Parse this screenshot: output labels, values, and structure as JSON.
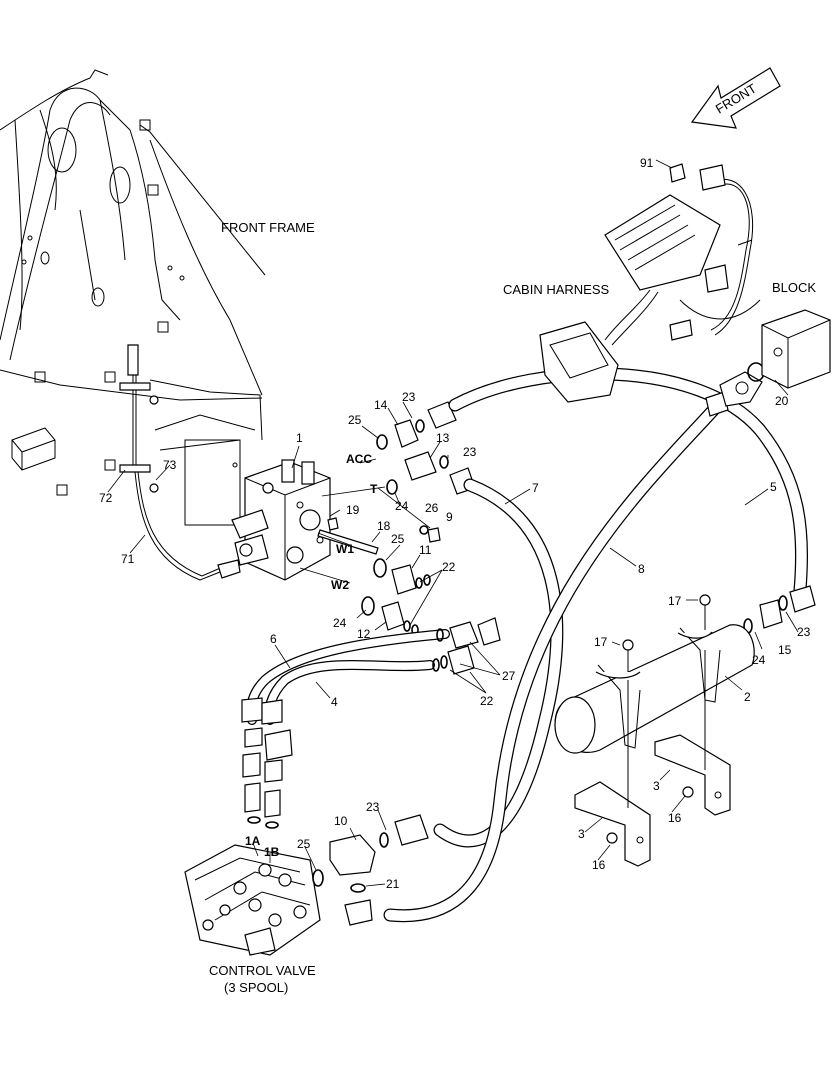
{
  "labels": {
    "front_frame": "FRONT FRAME",
    "cabin_harness": "CABIN HARNESS",
    "block": "BLOCK",
    "front": "FRONT",
    "control_valve_line1": "CONTROL VALVE",
    "control_valve_line2": "(3 SPOOL)"
  },
  "ports": {
    "acc": "ACC",
    "t": "T",
    "w1": "W1",
    "w2": "W2",
    "p1a": "1A",
    "p1b": "1B"
  },
  "part_numbers": {
    "n1": "1",
    "n2": "2",
    "n3a": "3",
    "n3b": "3",
    "n4": "4",
    "n5": "5",
    "n6": "6",
    "n7": "7",
    "n8": "8",
    "n9": "9",
    "n10": "10",
    "n11": "11",
    "n12": "12",
    "n13": "13",
    "n14": "14",
    "n15": "15",
    "n16a": "16",
    "n16b": "16",
    "n17a": "17",
    "n17b": "17",
    "n18": "18",
    "n19": "19",
    "n20": "20",
    "n21": "21",
    "n22a": "22",
    "n22b": "22",
    "n23a": "23",
    "n23b": "23",
    "n23c": "23",
    "n23d": "23",
    "n24a": "24",
    "n24b": "24",
    "n24c": "24",
    "n25a": "25",
    "n25b": "25",
    "n25c": "25",
    "n26": "26",
    "n27": "27",
    "n71": "71",
    "n72": "72",
    "n73": "73",
    "n91": "91"
  }
}
